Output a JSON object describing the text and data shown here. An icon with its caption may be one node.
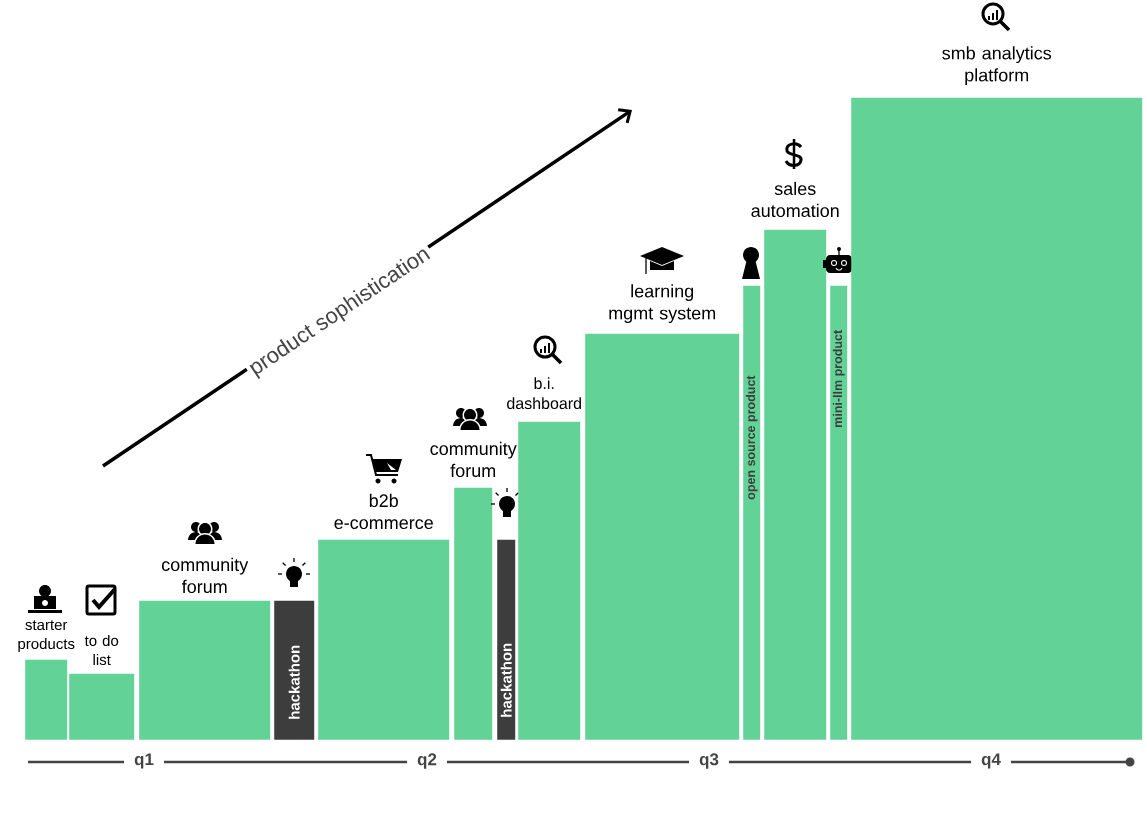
{
  "diagram": {
    "nodes": [
      {
        "text": [
          "starter products"
        ]
      },
      {
        "text": [
          "to do list"
        ]
      },
      {
        "text": [
          "community forum"
        ]
      },
      {
        "text": [
          "hackathon"
        ]
      },
      {
        "text": [
          "b2b e-commerce"
        ]
      },
      {
        "text": [
          "community forum"
        ]
      },
      {
        "text": [
          "hackathon"
        ]
      },
      {
        "text": [
          "b.i. dashboard"
        ]
      },
      {
        "text": [
          "learning mgmt system"
        ]
      },
      {
        "text": [
          "open source product"
        ]
      },
      {
        "text": [
          "sales automation"
        ]
      },
      {
        "text": [
          "mini-llm product"
        ]
      },
      {
        "text": [
          "smb analytics platform"
        ]
      }
    ],
    "labels": [
      "product sophistication",
      "q1",
      "q2",
      "q3",
      "q4"
    ]
  }
}
